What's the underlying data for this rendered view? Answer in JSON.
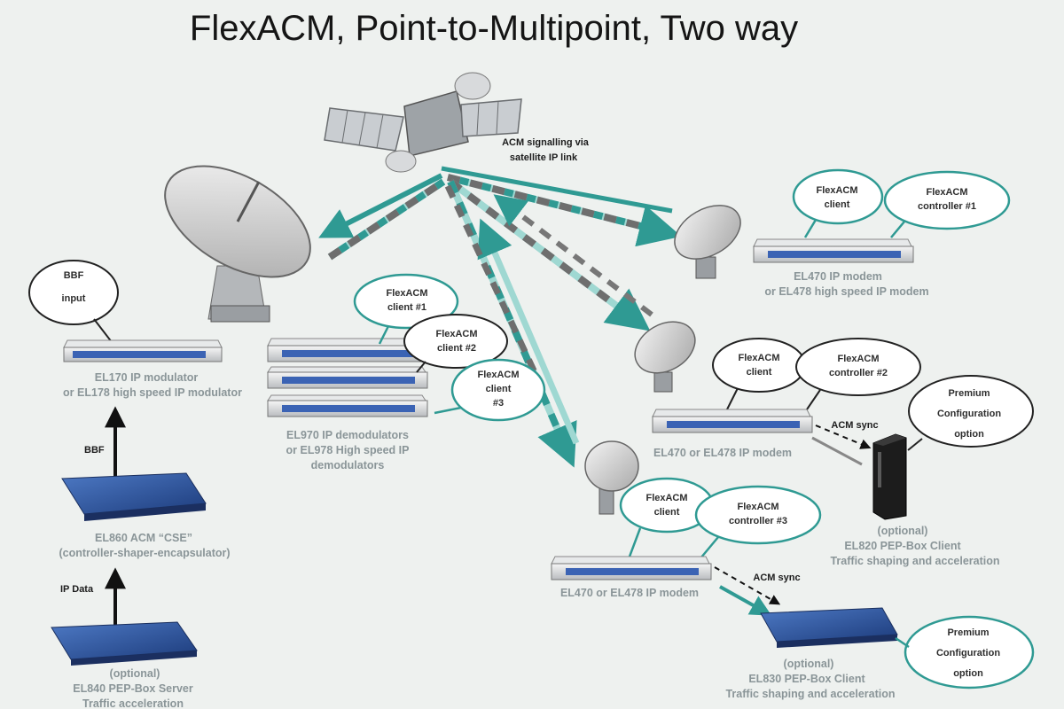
{
  "title": "FlexACM, Point-to-Multipoint, Two way",
  "satellite": {
    "signalling_line1": "ACM signalling via",
    "signalling_line2": "satellite IP link"
  },
  "hub": {
    "bbf_input_bubble": [
      "BBF",
      "input"
    ],
    "modulator_caption": [
      "EL170 IP modulator",
      "or EL178 high speed IP modulator"
    ],
    "bbf_arrow_label": "BBF",
    "cse_caption": [
      "EL860 ACM “CSE”",
      "(controller-shaper-encapsulator)"
    ],
    "ip_data_label": "IP Data",
    "pep_server_caption": [
      "(optional)",
      "EL840 PEP-Box Server",
      "Traffic acceleration"
    ]
  },
  "demodulators": {
    "bubbles": [
      [
        "FlexACM",
        "client #1"
      ],
      [
        "FlexACM",
        "client #2"
      ],
      [
        "FlexACM",
        "client",
        "#3"
      ]
    ],
    "caption": [
      "EL970 IP demodulators",
      "or EL978 High speed IP",
      "demodulators"
    ]
  },
  "remote1": {
    "bubble_client": [
      "FlexACM",
      "client"
    ],
    "bubble_controller": [
      "FlexACM",
      "controller #1"
    ],
    "caption": [
      "EL470 IP modem",
      "or EL478 high speed IP modem"
    ]
  },
  "remote2": {
    "bubble_client": [
      "FlexACM",
      "client"
    ],
    "bubble_controller": [
      "FlexACM",
      "controller #2"
    ],
    "caption": [
      "EL470 or EL478 IP modem"
    ],
    "acm_sync": "ACM sync",
    "premium_bubble": [
      "Premium",
      "Configuration",
      "option"
    ],
    "pep_caption": [
      "(optional)",
      "EL820 PEP-Box Client",
      "Traffic shaping and acceleration"
    ]
  },
  "remote3": {
    "bubble_client": [
      "FlexACM",
      "client"
    ],
    "bubble_controller": [
      "FlexACM",
      "controller #3"
    ],
    "caption": [
      "EL470 or EL478 IP modem"
    ],
    "acm_sync": "ACM sync",
    "premium_bubble": [
      "Premium",
      "Configuration",
      "option"
    ],
    "pep_caption": [
      "(optional)",
      "EL830 PEP-Box Client",
      "Traffic shaping and acceleration"
    ]
  },
  "colors": {
    "teal": "#2f9a93",
    "teal_light": "#9fd8d2",
    "gray_dash": "#6e6e6e",
    "rack_blue": "#2a4f9a"
  }
}
